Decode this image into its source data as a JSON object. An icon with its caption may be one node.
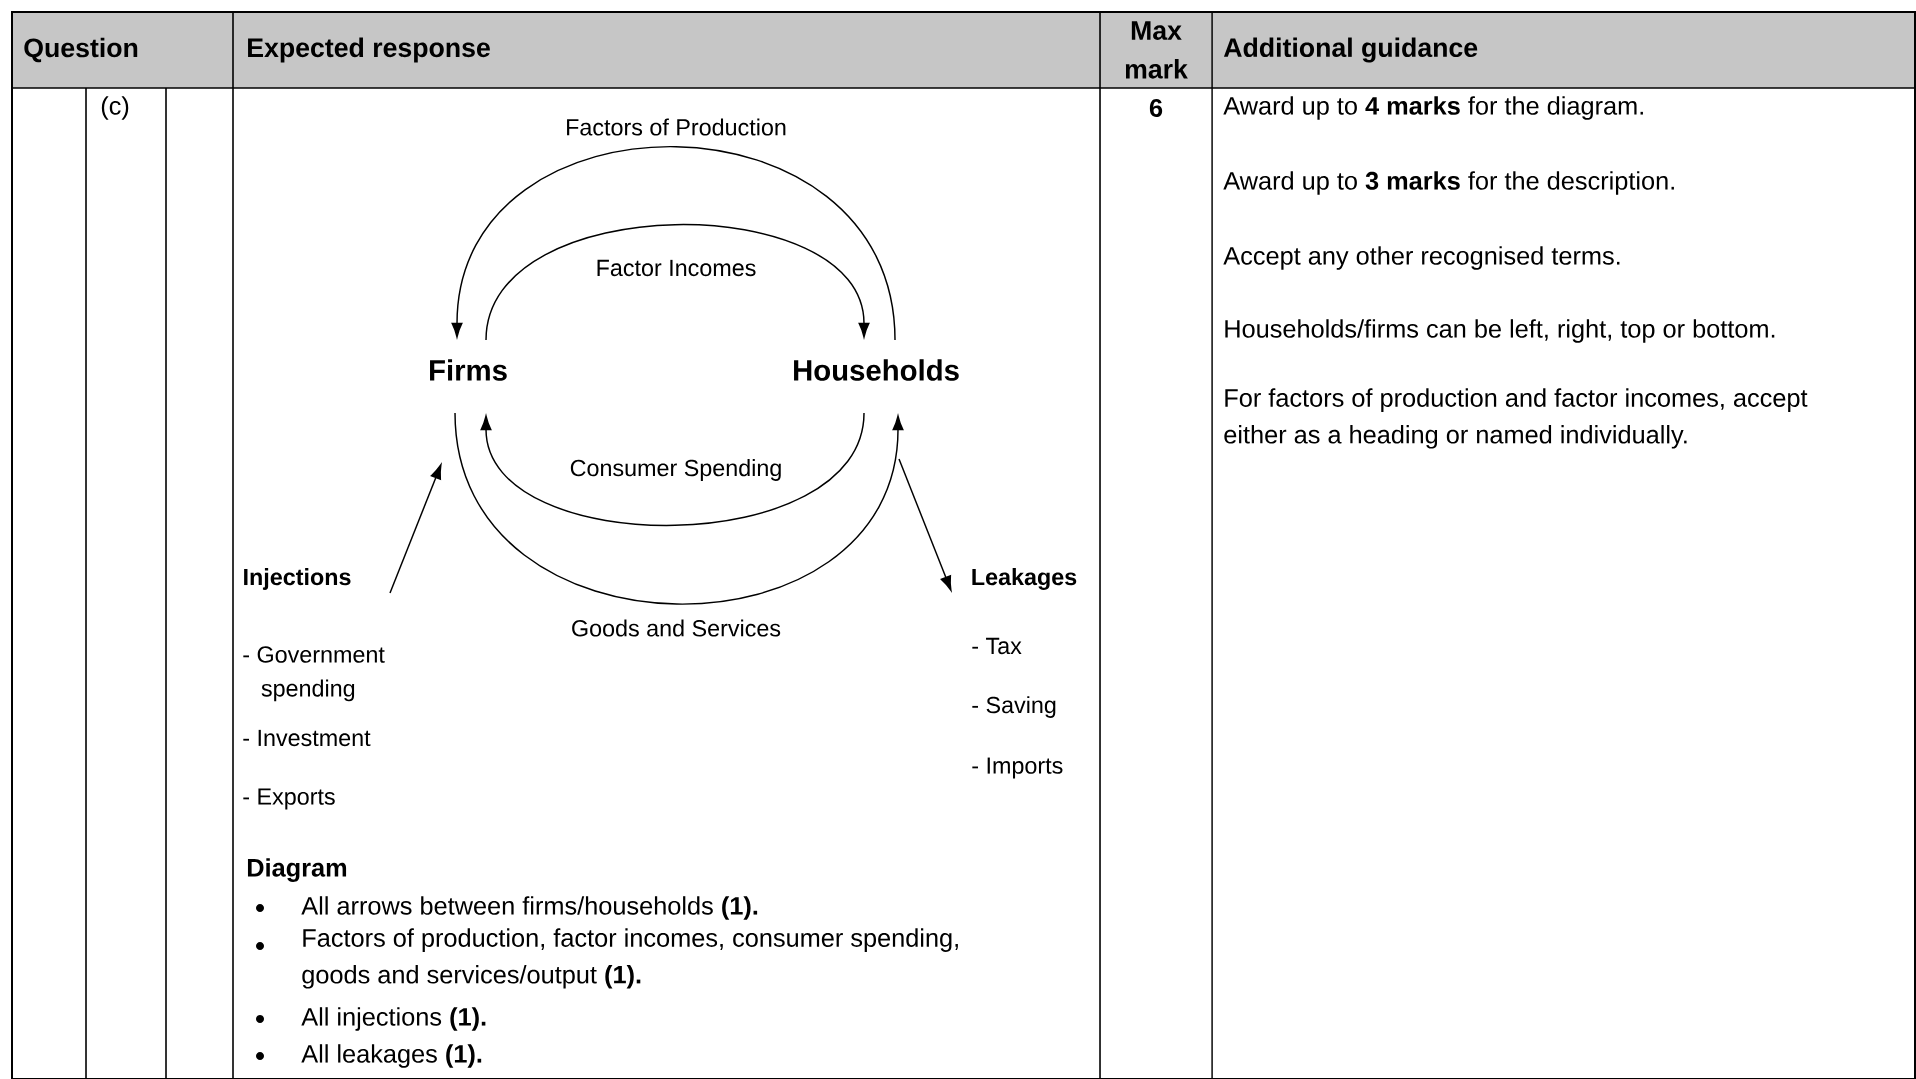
{
  "diagram": {
    "nodes": [
      {
        "text": [
          "Firms"
        ]
      },
      {
        "text": [
          "Households"
        ]
      },
      {
        "text": [
          "Injections"
        ]
      },
      {
        "text": [
          "Leakages"
        ]
      }
    ],
    "edges": [
      {
        "from": 1,
        "to": 0,
        "arrow": "to",
        "label": "Factors of Production"
      },
      {
        "from": 0,
        "to": 1,
        "arrow": "to",
        "label": "Factor Incomes"
      },
      {
        "from": 1,
        "to": 0,
        "arrow": "to",
        "label": "Consumer Spending"
      },
      {
        "from": 0,
        "to": 1,
        "arrow": "to",
        "label": "Goods and Services"
      },
      {
        "from": 2,
        "to": 0,
        "arrow": "to"
      },
      {
        "from": 1,
        "to": 3,
        "arrow": "to"
      }
    ],
    "labels": [
      "Question",
      "Expected response",
      "Max mark",
      "Additional guidance",
      "(c)",
      "- Government spending",
      "- Investment",
      "- Exports",
      "- Tax",
      "- Saving",
      "- Imports",
      "Diagram",
      "All arrows between firms/households **(1).**",
      "Factors of production, factor incomes, consumer spending, goods and services/output **(1).**",
      "All injections **(1).**",
      "All leakages **(1).**",
      "6",
      "Award up to **4 marks** for the diagram.",
      "Award up to **3 marks** for the description.",
      "Accept any other recognised terms.",
      "Households/firms can be left, right, top or bottom.",
      "For factors of production and factor incomes, accept either as a heading or named individually."
    ]
  }
}
